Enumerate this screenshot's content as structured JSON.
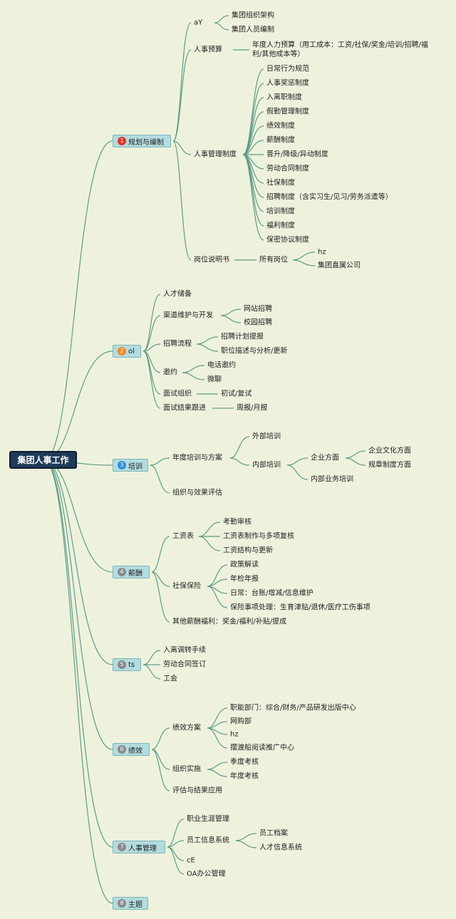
{
  "colors": {
    "background": "#eef2dd",
    "edge": "#5f9c86",
    "root_fill": "#1f3a5a",
    "branch_fill": "#b3dcdf"
  },
  "root": {
    "label": "集团人事工作"
  },
  "branches": [
    {
      "badge": "1",
      "badge_color": "#e0352b",
      "label": "规划与编制",
      "children": [
        {
          "label": "aY",
          "children": [
            {
              "label": "集团组织架构"
            },
            {
              "label": "集团人员编制"
            }
          ]
        },
        {
          "label": "人事预算",
          "children": [
            {
              "label": "年度人力预算（用工成本：工资/社保/奖金/培训/招聘/福利/其他成本等）"
            }
          ]
        },
        {
          "label": "人事管理制度",
          "children": [
            {
              "label": "日常行为规范"
            },
            {
              "label": "人事奖惩制度"
            },
            {
              "label": "入离职制度"
            },
            {
              "label": "假勤管理制度"
            },
            {
              "label": "绩效制度"
            },
            {
              "label": "薪酬制度"
            },
            {
              "label": "晋升/降级/异动制度"
            },
            {
              "label": "劳动合同制度"
            },
            {
              "label": "社保制度"
            },
            {
              "label": "招聘制度（含实习生/见习/劳务派遣等）"
            },
            {
              "label": "培训制度"
            },
            {
              "label": "福利制度"
            },
            {
              "label": "保密协议制度"
            }
          ]
        },
        {
          "label": "岗位说明书",
          "children": [
            {
              "label": "所有岗位",
              "children": [
                {
                  "label": "hz"
                },
                {
                  "label": "集团直属公司"
                }
              ]
            }
          ]
        }
      ]
    },
    {
      "badge": "2",
      "badge_color": "#ef8a24",
      "label": "ol",
      "children": [
        {
          "label": "人才储备"
        },
        {
          "label": "渠道维护与开发",
          "children": [
            {
              "label": "网站招聘"
            },
            {
              "label": "校园招聘"
            }
          ]
        },
        {
          "label": "招聘流程",
          "children": [
            {
              "label": "招聘计划提报"
            },
            {
              "label": "职位描述与分析/更新"
            }
          ]
        },
        {
          "label": "邀约",
          "children": [
            {
              "label": "电话邀约"
            },
            {
              "label": "微聊"
            }
          ]
        },
        {
          "label": "面试组织",
          "children": [
            {
              "label": "初试/复试"
            }
          ]
        },
        {
          "label": "面试结果跟进",
          "children": [
            {
              "label": "周报/月报"
            }
          ]
        }
      ]
    },
    {
      "badge": "3",
      "badge_color": "#2f8fdc",
      "label": "培训",
      "children": [
        {
          "label": "年度培训与方案",
          "children": [
            {
              "label": "外部培训"
            },
            {
              "label": "内部培训",
              "children": [
                {
                  "label": "企业方面",
                  "children": [
                    {
                      "label": "企业文化方面"
                    },
                    {
                      "label": "规章制度方面"
                    }
                  ]
                },
                {
                  "label": "内部业务培训"
                }
              ]
            }
          ]
        },
        {
          "label": "组织与效果评估"
        }
      ]
    },
    {
      "badge": "4",
      "badge_color": "#8a8a8a",
      "label": "薪酬",
      "children": [
        {
          "label": "工资表",
          "children": [
            {
              "label": "考勤审核"
            },
            {
              "label": "工资表制作与多项复核"
            },
            {
              "label": "工资结构与更新"
            }
          ]
        },
        {
          "label": "社保保险",
          "children": [
            {
              "label": "政策解读"
            },
            {
              "label": "年检年报"
            },
            {
              "label": "日常：台账/增减/信息维护"
            },
            {
              "label": "保险事项处理：生育津贴/退休/医疗工伤事项"
            }
          ]
        },
        {
          "label": "其他薪酬福利：奖金/福利/补贴/提成"
        }
      ]
    },
    {
      "badge": "5",
      "badge_color": "#8a8a8a",
      "label": "ts",
      "children": [
        {
          "label": "入离调转手续"
        },
        {
          "label": "劳动合同签订"
        },
        {
          "label": "工会"
        }
      ]
    },
    {
      "badge": "6",
      "badge_color": "#8a8a8a",
      "label": "绩效",
      "children": [
        {
          "label": "绩效方案",
          "children": [
            {
              "label": "职能部门：综合/财务/产品研发出版中心"
            },
            {
              "label": "网购部"
            },
            {
              "label": "hz"
            },
            {
              "label": "摆渡船阅读推广中心"
            }
          ]
        },
        {
          "label": "组织实施",
          "children": [
            {
              "label": "季度考核"
            },
            {
              "label": "年度考核"
            }
          ]
        },
        {
          "label": "评估与结果应用"
        }
      ]
    },
    {
      "badge": "7",
      "badge_color": "#8a8a8a",
      "label": "人事管理",
      "children": [
        {
          "label": "职业生涯管理"
        },
        {
          "label": "员工信息系统",
          "children": [
            {
              "label": "员工档案"
            },
            {
              "label": "人才信息系统"
            }
          ]
        },
        {
          "label": "cE"
        },
        {
          "label": "OA办公管理"
        }
      ]
    },
    {
      "badge": "8",
      "badge_color": "#8a8a8a",
      "label": "主题",
      "children": []
    }
  ]
}
